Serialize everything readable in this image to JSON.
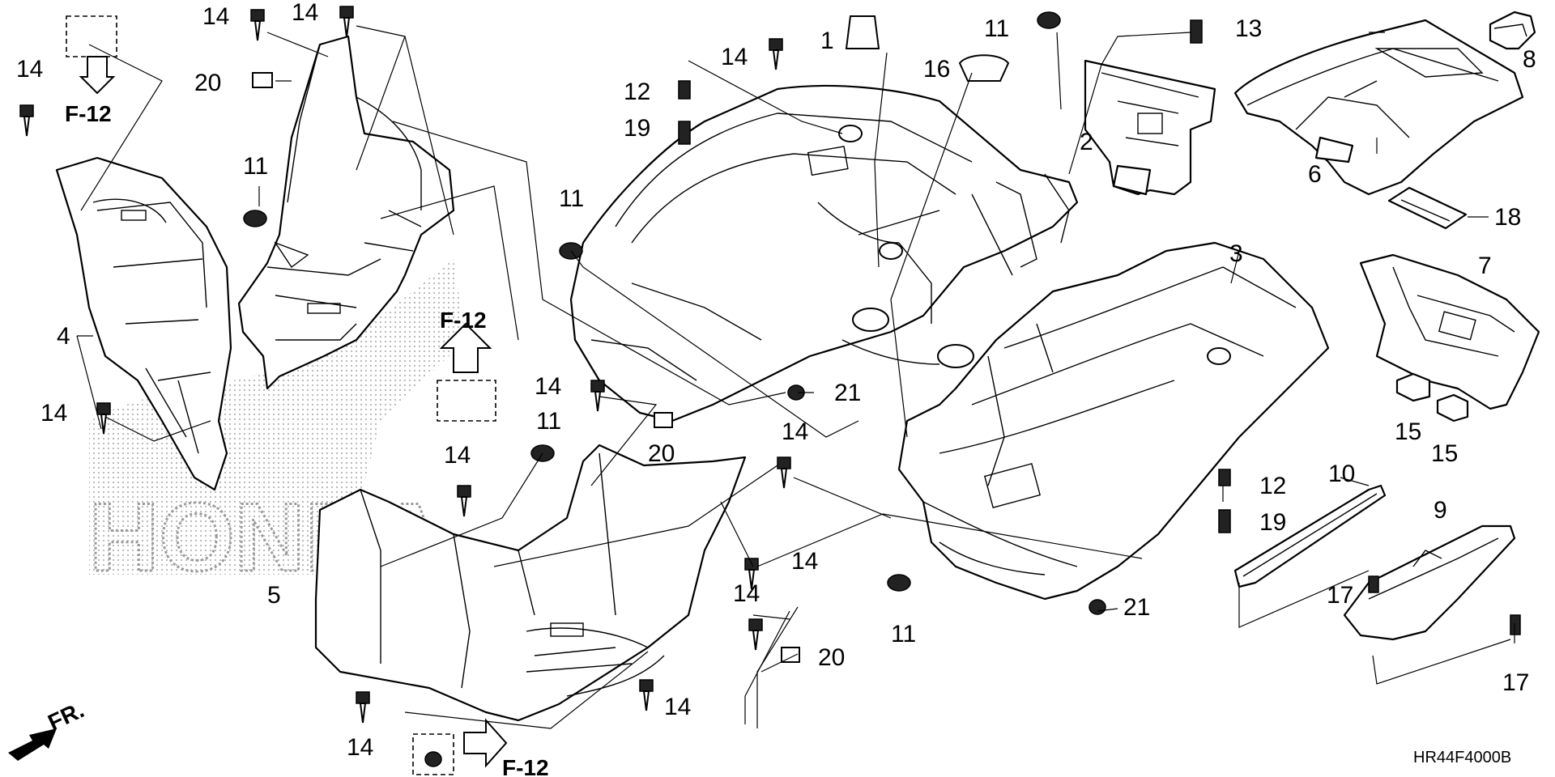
{
  "diagram_code": "HR44F4000B",
  "direction_label": "FR.",
  "reference_label": "F-12",
  "callouts": [
    "1",
    "2",
    "3",
    "4",
    "5",
    "6",
    "7",
    "8",
    "9",
    "10",
    "11",
    "12",
    "13",
    "14",
    "15",
    "16",
    "17",
    "18",
    "19",
    "20",
    "21"
  ],
  "watermark": "HONDA",
  "colors": {
    "ink": "#000000",
    "background": "#ffffff",
    "watermark": "#b8b8b8"
  }
}
